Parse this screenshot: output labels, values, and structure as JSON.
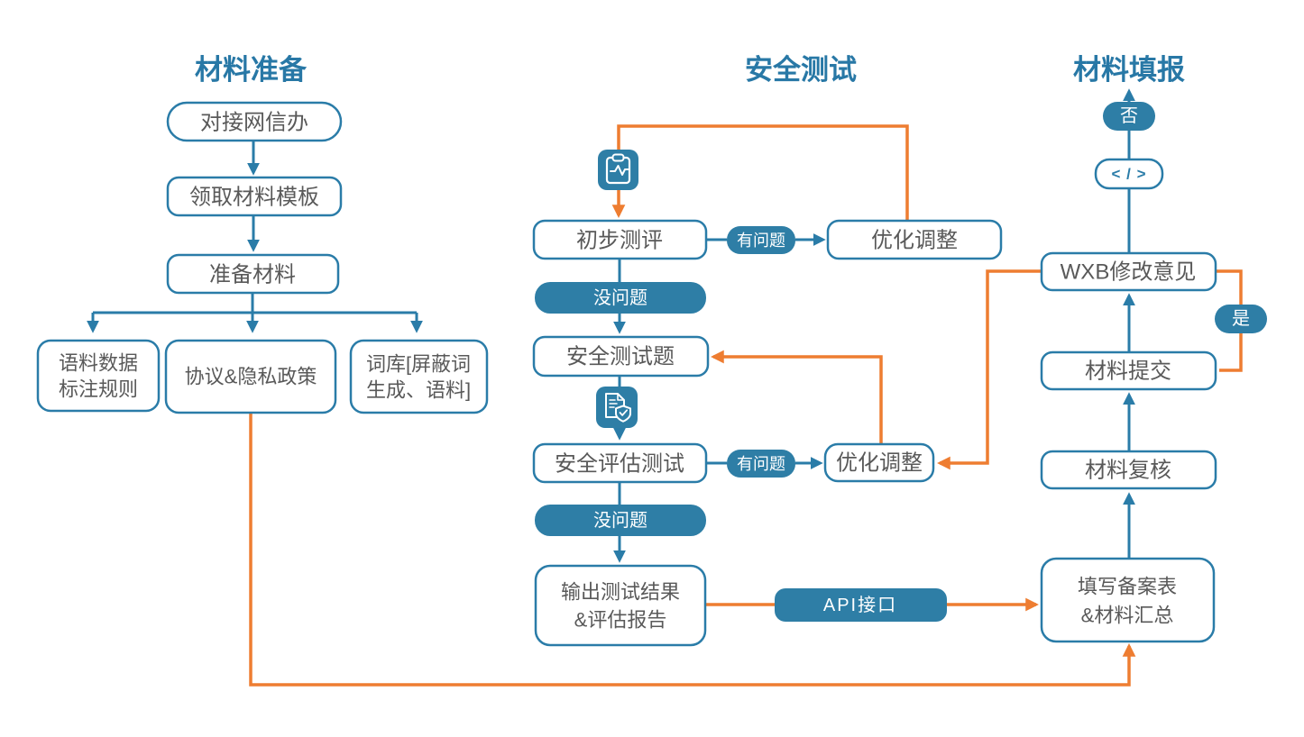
{
  "colors": {
    "blue_line": "#2A7CA8",
    "blue_solid": "#2E7EA6",
    "title_blue": "#2878A6",
    "orange": "#EE7D31",
    "node_text": "#595959",
    "node_fill": "#FFFFFF"
  },
  "prep": {
    "title": "材料准备",
    "step1": "对接网信办",
    "step2": "领取材料模板",
    "step3": "准备材料",
    "out1_line1": "语料数据",
    "out1_line2": "标注规则",
    "out2": "协议&隐私政策",
    "out3_line1": "词库[屏蔽词",
    "out3_line2": "生成、语料]"
  },
  "test": {
    "title": "安全测试",
    "initial": "初步测评",
    "optimize1": "优化调整",
    "questions": "安全测试题",
    "assessment": "安全评估测试",
    "optimize2": "优化调整",
    "result_line1": "输出测试结果",
    "result_line2": "&评估报告",
    "has_issue": "有问题",
    "no_issue": "没问题",
    "api_label": "API接口"
  },
  "filing": {
    "title": "材料填报",
    "no_label": "否",
    "code_label": "< / >",
    "wxb": "WXB修改意见",
    "submit": "材料提交",
    "review": "材料复核",
    "form_line1": "填写备案表",
    "form_line2": "&材料汇总",
    "yes_label": "是"
  },
  "icons": {
    "monitor": "clipboard-pulse-icon",
    "assessment": "document-shield-icon",
    "code": "code-icon"
  }
}
